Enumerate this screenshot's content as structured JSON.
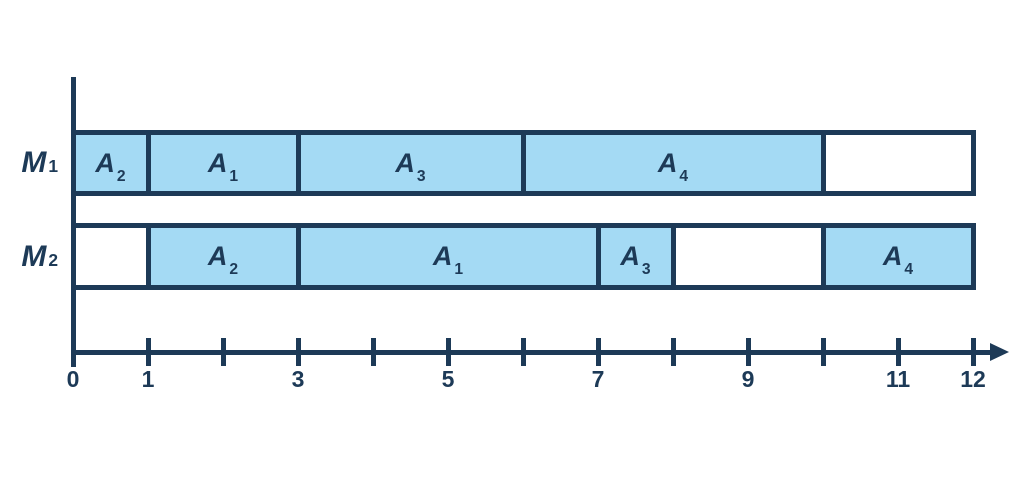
{
  "colors": {
    "navy": "#1D3A57",
    "block_fill": "#A4DAF4",
    "empty_fill": "#FFFFFF",
    "background": "#FFFFFF"
  },
  "chart_data": {
    "type": "bar",
    "subtype": "gantt",
    "orientation": "horizontal",
    "title": "",
    "xlabel": "",
    "ylabel": "",
    "grid": false,
    "legend": false,
    "x_axis": {
      "min": 0,
      "max": 12,
      "tick_step": 1,
      "labeled_ticks": [
        "0",
        "1",
        "3",
        "5",
        "7",
        "9",
        "11",
        "12"
      ],
      "arrow": "right"
    },
    "rows": [
      {
        "machine_letter": "M",
        "machine_sub": "1",
        "segments": [
          {
            "job_letter": "A",
            "job_sub": "2",
            "start": 0,
            "end": 1,
            "filled": true
          },
          {
            "job_letter": "A",
            "job_sub": "1",
            "start": 1,
            "end": 3,
            "filled": true
          },
          {
            "job_letter": "A",
            "job_sub": "3",
            "start": 3,
            "end": 6,
            "filled": true
          },
          {
            "job_letter": "A",
            "job_sub": "4",
            "start": 6,
            "end": 10,
            "filled": true
          },
          {
            "job_letter": "",
            "job_sub": "",
            "start": 10,
            "end": 12,
            "filled": false
          }
        ]
      },
      {
        "machine_letter": "M",
        "machine_sub": "2",
        "segments": [
          {
            "job_letter": "",
            "job_sub": "",
            "start": 0,
            "end": 1,
            "filled": false
          },
          {
            "job_letter": "A",
            "job_sub": "2",
            "start": 1,
            "end": 3,
            "filled": true
          },
          {
            "job_letter": "A",
            "job_sub": "1",
            "start": 3,
            "end": 7,
            "filled": true
          },
          {
            "job_letter": "A",
            "job_sub": "3",
            "start": 7,
            "end": 8,
            "filled": true
          },
          {
            "job_letter": "",
            "job_sub": "",
            "start": 8,
            "end": 10,
            "filled": false
          },
          {
            "job_letter": "A",
            "job_sub": "4",
            "start": 10,
            "end": 12,
            "filled": true
          }
        ]
      }
    ]
  }
}
